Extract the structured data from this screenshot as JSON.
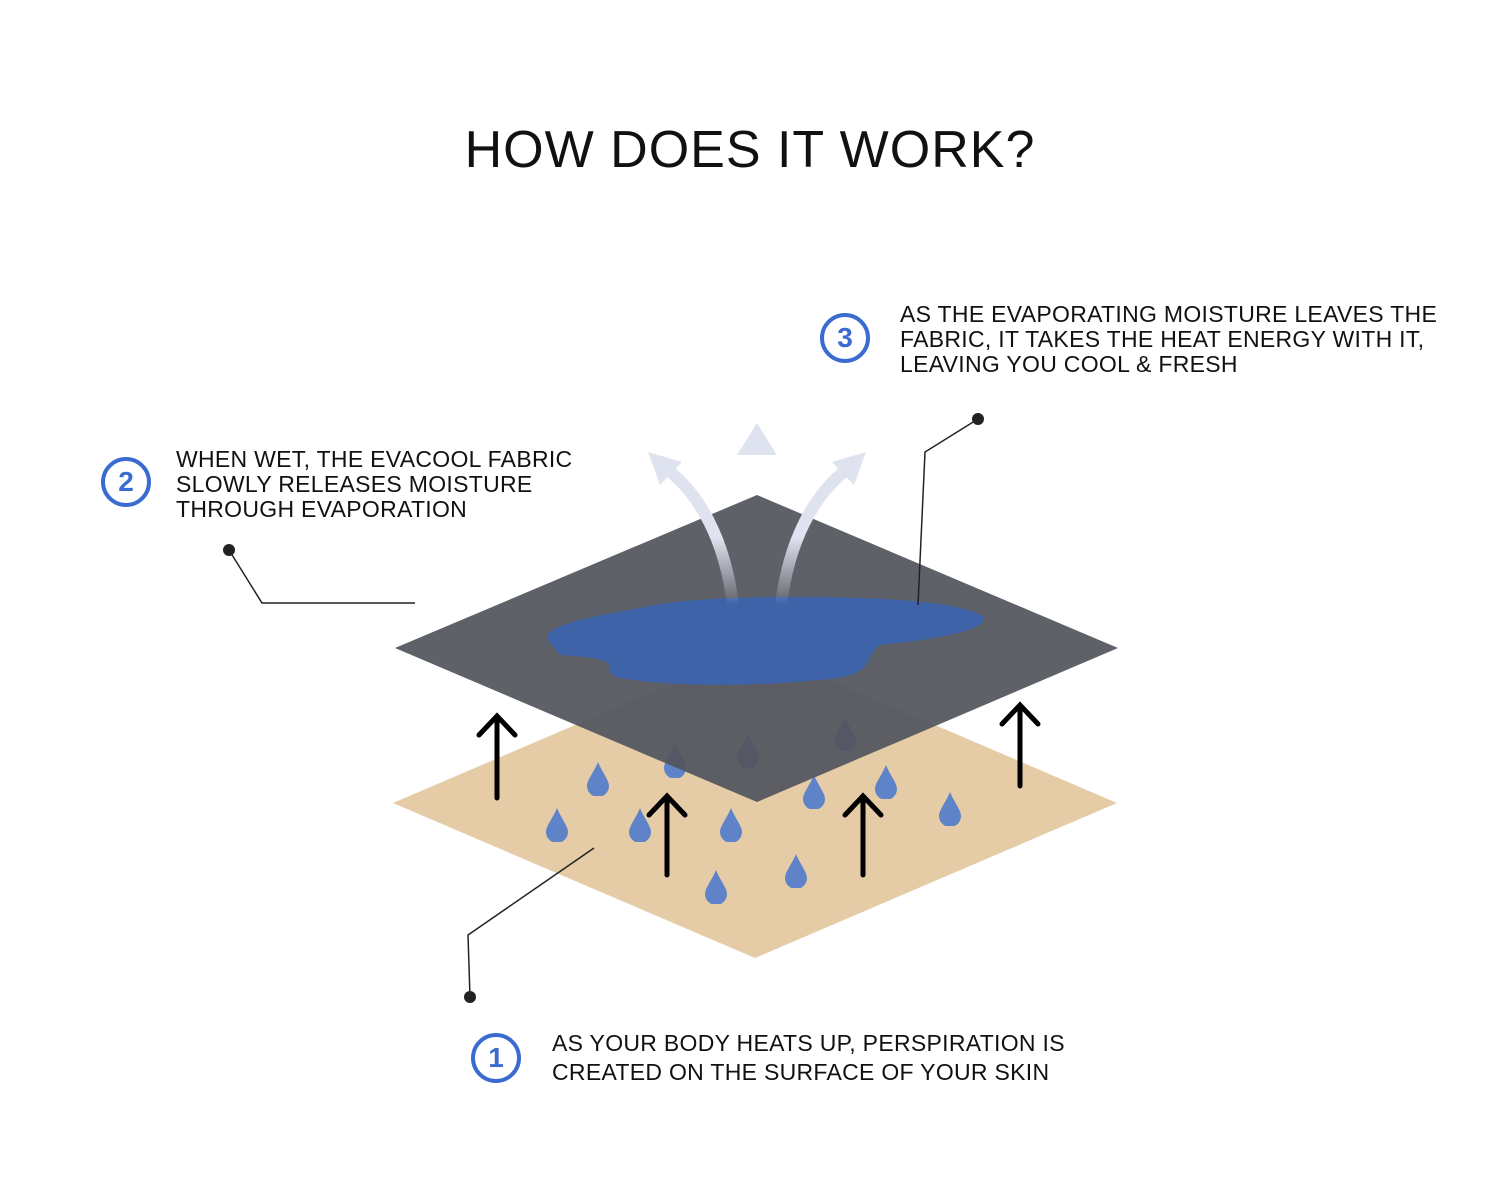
{
  "title": "HOW DOES IT WORK?",
  "steps": [
    {
      "number": "1",
      "lines": [
        "AS YOUR BODY HEATS UP, PERSPIRATION IS",
        "CREATED ON THE SURFACE OF YOUR SKIN"
      ]
    },
    {
      "number": "2",
      "lines": [
        "WHEN WET, THE EVACOOL FABRIC",
        "SLOWLY RELEASES MOISTURE",
        "THROUGH EVAPORATION"
      ]
    },
    {
      "number": "3",
      "lines": [
        "AS THE EVAPORATING MOISTURE LEAVES THE",
        "FABRIC, IT TAKES THE HEAT ENERGY WITH IT,",
        "LEAVING YOU COOL & FRESH"
      ]
    }
  ],
  "colors": {
    "accent": "#3a6bd0",
    "skin": "#e5cca6",
    "fabric": "#5a5d66",
    "water": "#3f63a8",
    "drop": "#5f83c8",
    "vapor": "#dfe3ef"
  }
}
